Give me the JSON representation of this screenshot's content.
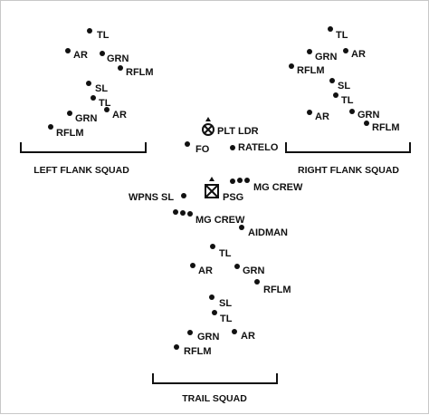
{
  "diagram": {
    "left_flank_squad": {
      "title": "LEFT FLANK SQUAD",
      "members": [
        {
          "role": "TL"
        },
        {
          "role": "AR"
        },
        {
          "role": "GRN"
        },
        {
          "role": "RFLM"
        },
        {
          "role": "SL"
        },
        {
          "role": "TL"
        },
        {
          "role": "AR"
        },
        {
          "role": "GRN"
        },
        {
          "role": "RFLM"
        }
      ]
    },
    "right_flank_squad": {
      "title": "RIGHT FLANK SQUAD",
      "members": [
        {
          "role": "TL"
        },
        {
          "role": "GRN"
        },
        {
          "role": "AR"
        },
        {
          "role": "RFLM"
        },
        {
          "role": "SL"
        },
        {
          "role": "TL"
        },
        {
          "role": "AR"
        },
        {
          "role": "GRN"
        },
        {
          "role": "RFLM"
        }
      ]
    },
    "platoon_hq": {
      "members": [
        {
          "role": "PLT LDR",
          "symbol": "platoon-leader-symbol"
        },
        {
          "role": "FO"
        },
        {
          "role": "RATELO"
        },
        {
          "role": "MG CREW"
        },
        {
          "role": "WPNS SL"
        },
        {
          "role": "PSG",
          "symbol": "platoon-sergeant-symbol"
        },
        {
          "role": "MG CREW"
        },
        {
          "role": "AIDMAN"
        }
      ]
    },
    "trail_squad": {
      "title": "TRAIL SQUAD",
      "members": [
        {
          "role": "TL"
        },
        {
          "role": "AR"
        },
        {
          "role": "GRN"
        },
        {
          "role": "RFLM"
        },
        {
          "role": "SL"
        },
        {
          "role": "TL"
        },
        {
          "role": "GRN"
        },
        {
          "role": "AR"
        },
        {
          "role": "RFLM"
        }
      ]
    }
  }
}
